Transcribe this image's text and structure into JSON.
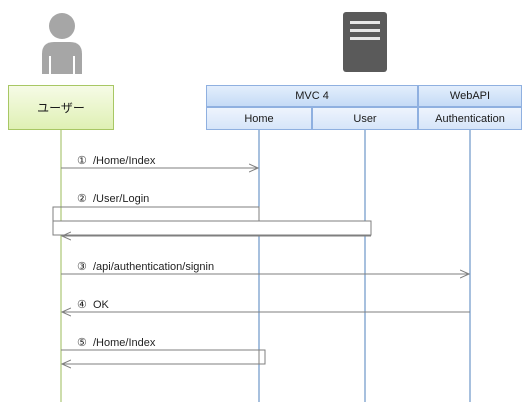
{
  "actors": {
    "user_label": "ユーザー",
    "mvc_label": "MVC 4",
    "webapi_label": "WebAPI"
  },
  "lanes": {
    "home": "Home",
    "user": "User",
    "authentication": "Authentication"
  },
  "messages": [
    {
      "num": "①",
      "text": "/Home/Index"
    },
    {
      "num": "②",
      "text": "/User/Login"
    },
    {
      "num": "③",
      "text": "/api/authentication/signin"
    },
    {
      "num": "④",
      "text": "OK"
    },
    {
      "num": "⑤",
      "text": "/Home/Index"
    }
  ],
  "icons": {
    "user": "person-icon",
    "server": "server-icon"
  },
  "colors": {
    "user_lifeline": "#9bbb59",
    "system_lifeline": "#4f81bd",
    "arrow": "#7f7f7f",
    "user_box_border": "#a8c764",
    "system_box_border": "#8fb0e0"
  }
}
